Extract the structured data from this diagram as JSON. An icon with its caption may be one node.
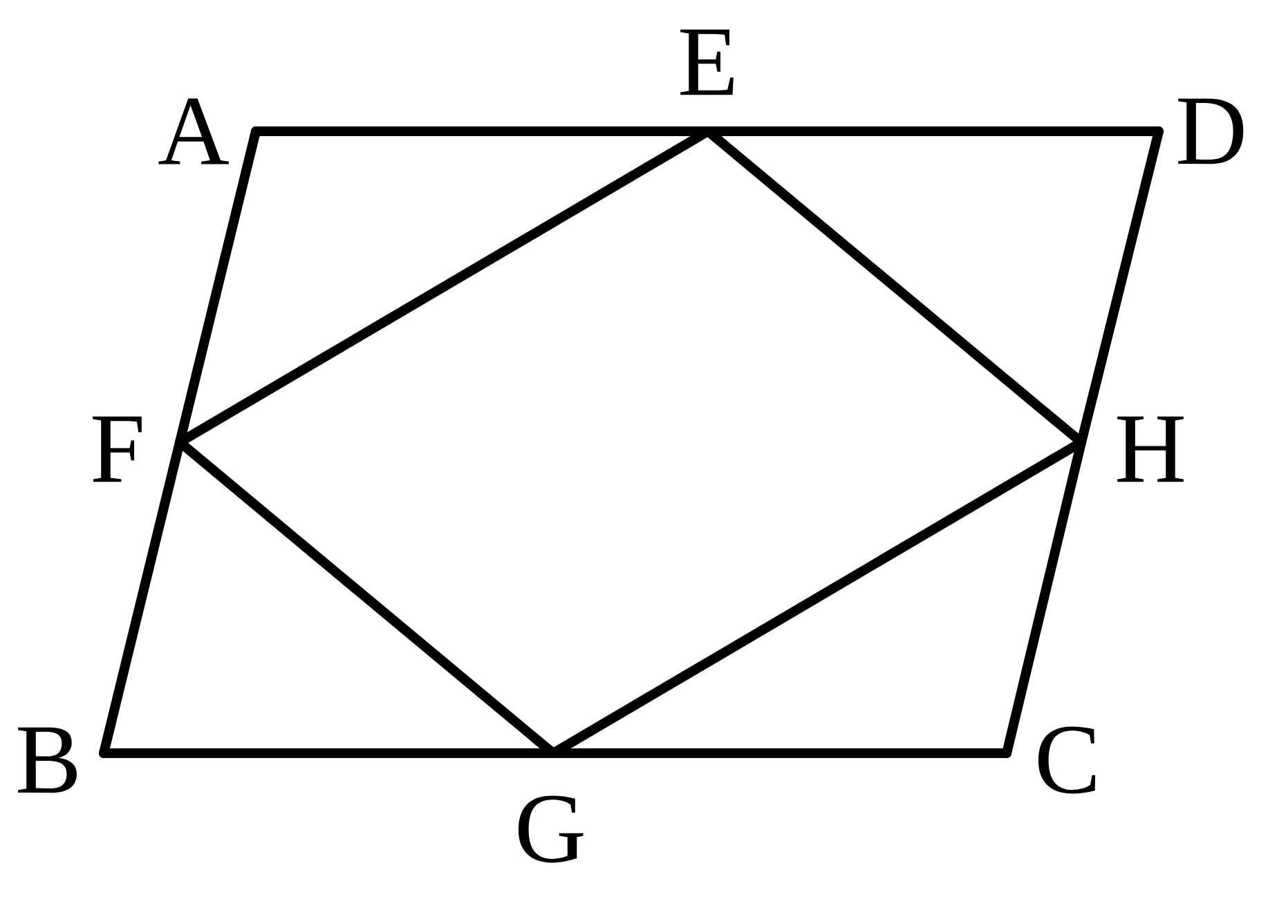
{
  "diagram": {
    "nodes": [
      {
        "text": [
          "E"
        ]
      },
      {
        "text": [
          "A"
        ]
      },
      {
        "text": [
          "D"
        ]
      },
      {
        "text": [
          "F"
        ]
      },
      {
        "text": [
          "H"
        ]
      },
      {
        "text": [
          "B"
        ]
      },
      {
        "text": [
          "C"
        ]
      },
      {
        "text": [
          "G"
        ]
      }
    ],
    "edges": [
      {
        "from": 1,
        "to": 0,
        "arrow": "none"
      },
      {
        "from": 0,
        "to": 2,
        "arrow": "none"
      },
      {
        "from": 2,
        "to": 4,
        "arrow": "none"
      },
      {
        "from": 4,
        "to": 6,
        "arrow": "none"
      },
      {
        "from": 6,
        "to": 7,
        "arrow": "none"
      },
      {
        "from": 7,
        "to": 5,
        "arrow": "none"
      },
      {
        "from": 5,
        "to": 3,
        "arrow": "none"
      },
      {
        "from": 3,
        "to": 1,
        "arrow": "none"
      },
      {
        "from": 0,
        "to": 3,
        "arrow": "none"
      },
      {
        "from": 0,
        "to": 4,
        "arrow": "none"
      },
      {
        "from": 3,
        "to": 7,
        "arrow": "none"
      },
      {
        "from": 7,
        "to": 4,
        "arrow": "none"
      }
    ]
  }
}
